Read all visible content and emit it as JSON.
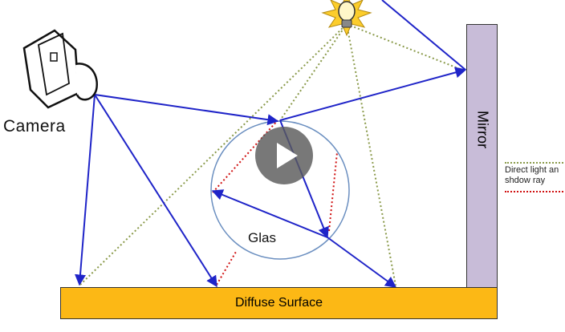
{
  "labels": {
    "camera": "Camera",
    "glass": "Glas",
    "surface": "Diffuse Surface",
    "mirror": "Mirror"
  },
  "legend": {
    "direct": "Direct light an",
    "shadow": "shdow ray"
  },
  "colors": {
    "ray": "#1f24c8",
    "direct_light": "#8a9a4a",
    "shadow_ray": "#d01010",
    "surface": "#fcb815",
    "mirror": "#c8bcd8",
    "glass_outline": "#6b8fc0"
  },
  "icons": {
    "camera": "camera-icon",
    "light": "light-bulb-icon",
    "play": "play-icon"
  }
}
